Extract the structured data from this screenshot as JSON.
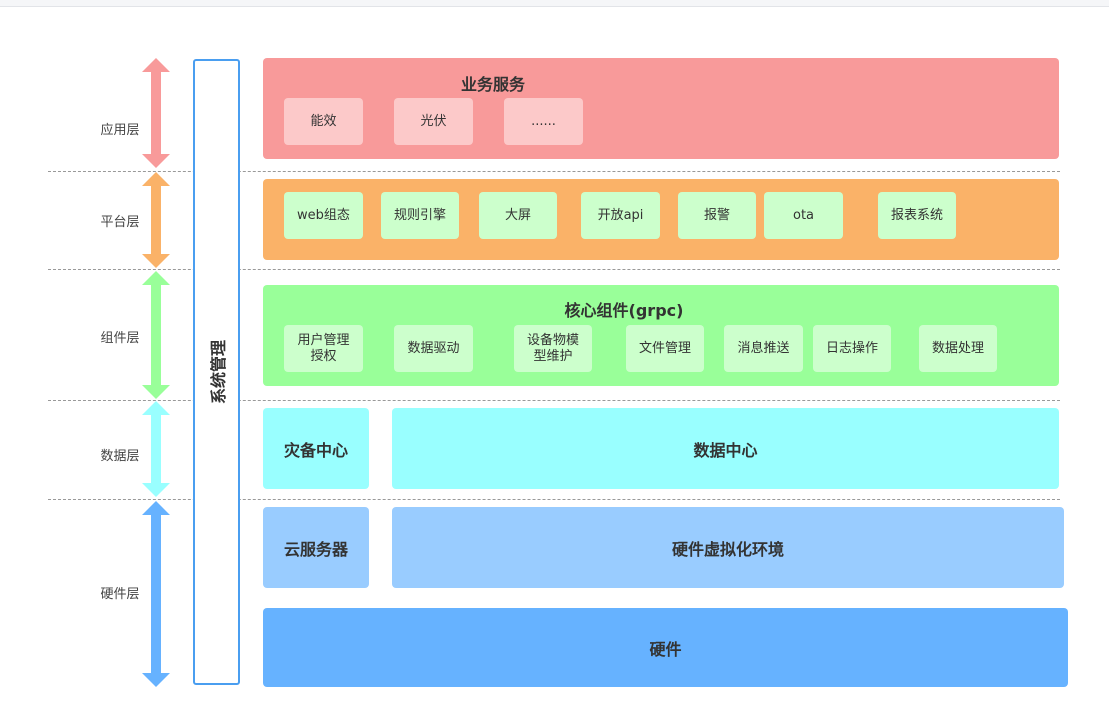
{
  "diagram": {
    "system_management": "系统管理",
    "colors": {
      "app": "#f89a9a",
      "platform": "#fab268",
      "component": "#99ff99",
      "data": "#99ffff",
      "cloud": "#99ccff",
      "hardware": "#66b2ff",
      "sys_border": "#4a9ef0"
    },
    "layers": [
      {
        "label": "应用层"
      },
      {
        "label": "平台层"
      },
      {
        "label": "组件层"
      },
      {
        "label": "数据层"
      },
      {
        "label": "硬件层"
      }
    ],
    "application": {
      "title": "业务服务",
      "items": [
        "能效",
        "光伏",
        "......"
      ]
    },
    "platform": {
      "items": [
        "web组态",
        "规则引擎",
        "大屏",
        "开放api",
        "报警",
        "ota",
        "报表系统"
      ]
    },
    "component": {
      "title": "核心组件(grpc)",
      "items": [
        "用户管理\n授权",
        "数据驱动",
        "设备物模\n型维护",
        "文件管理",
        "消息推送",
        "日志操作",
        "数据处理"
      ]
    },
    "data": {
      "backup": "灾备中心",
      "center": "数据中心"
    },
    "hardware": {
      "cloud": "云服务器",
      "virtual": "硬件虚拟化环境",
      "hardware": "硬件"
    }
  }
}
